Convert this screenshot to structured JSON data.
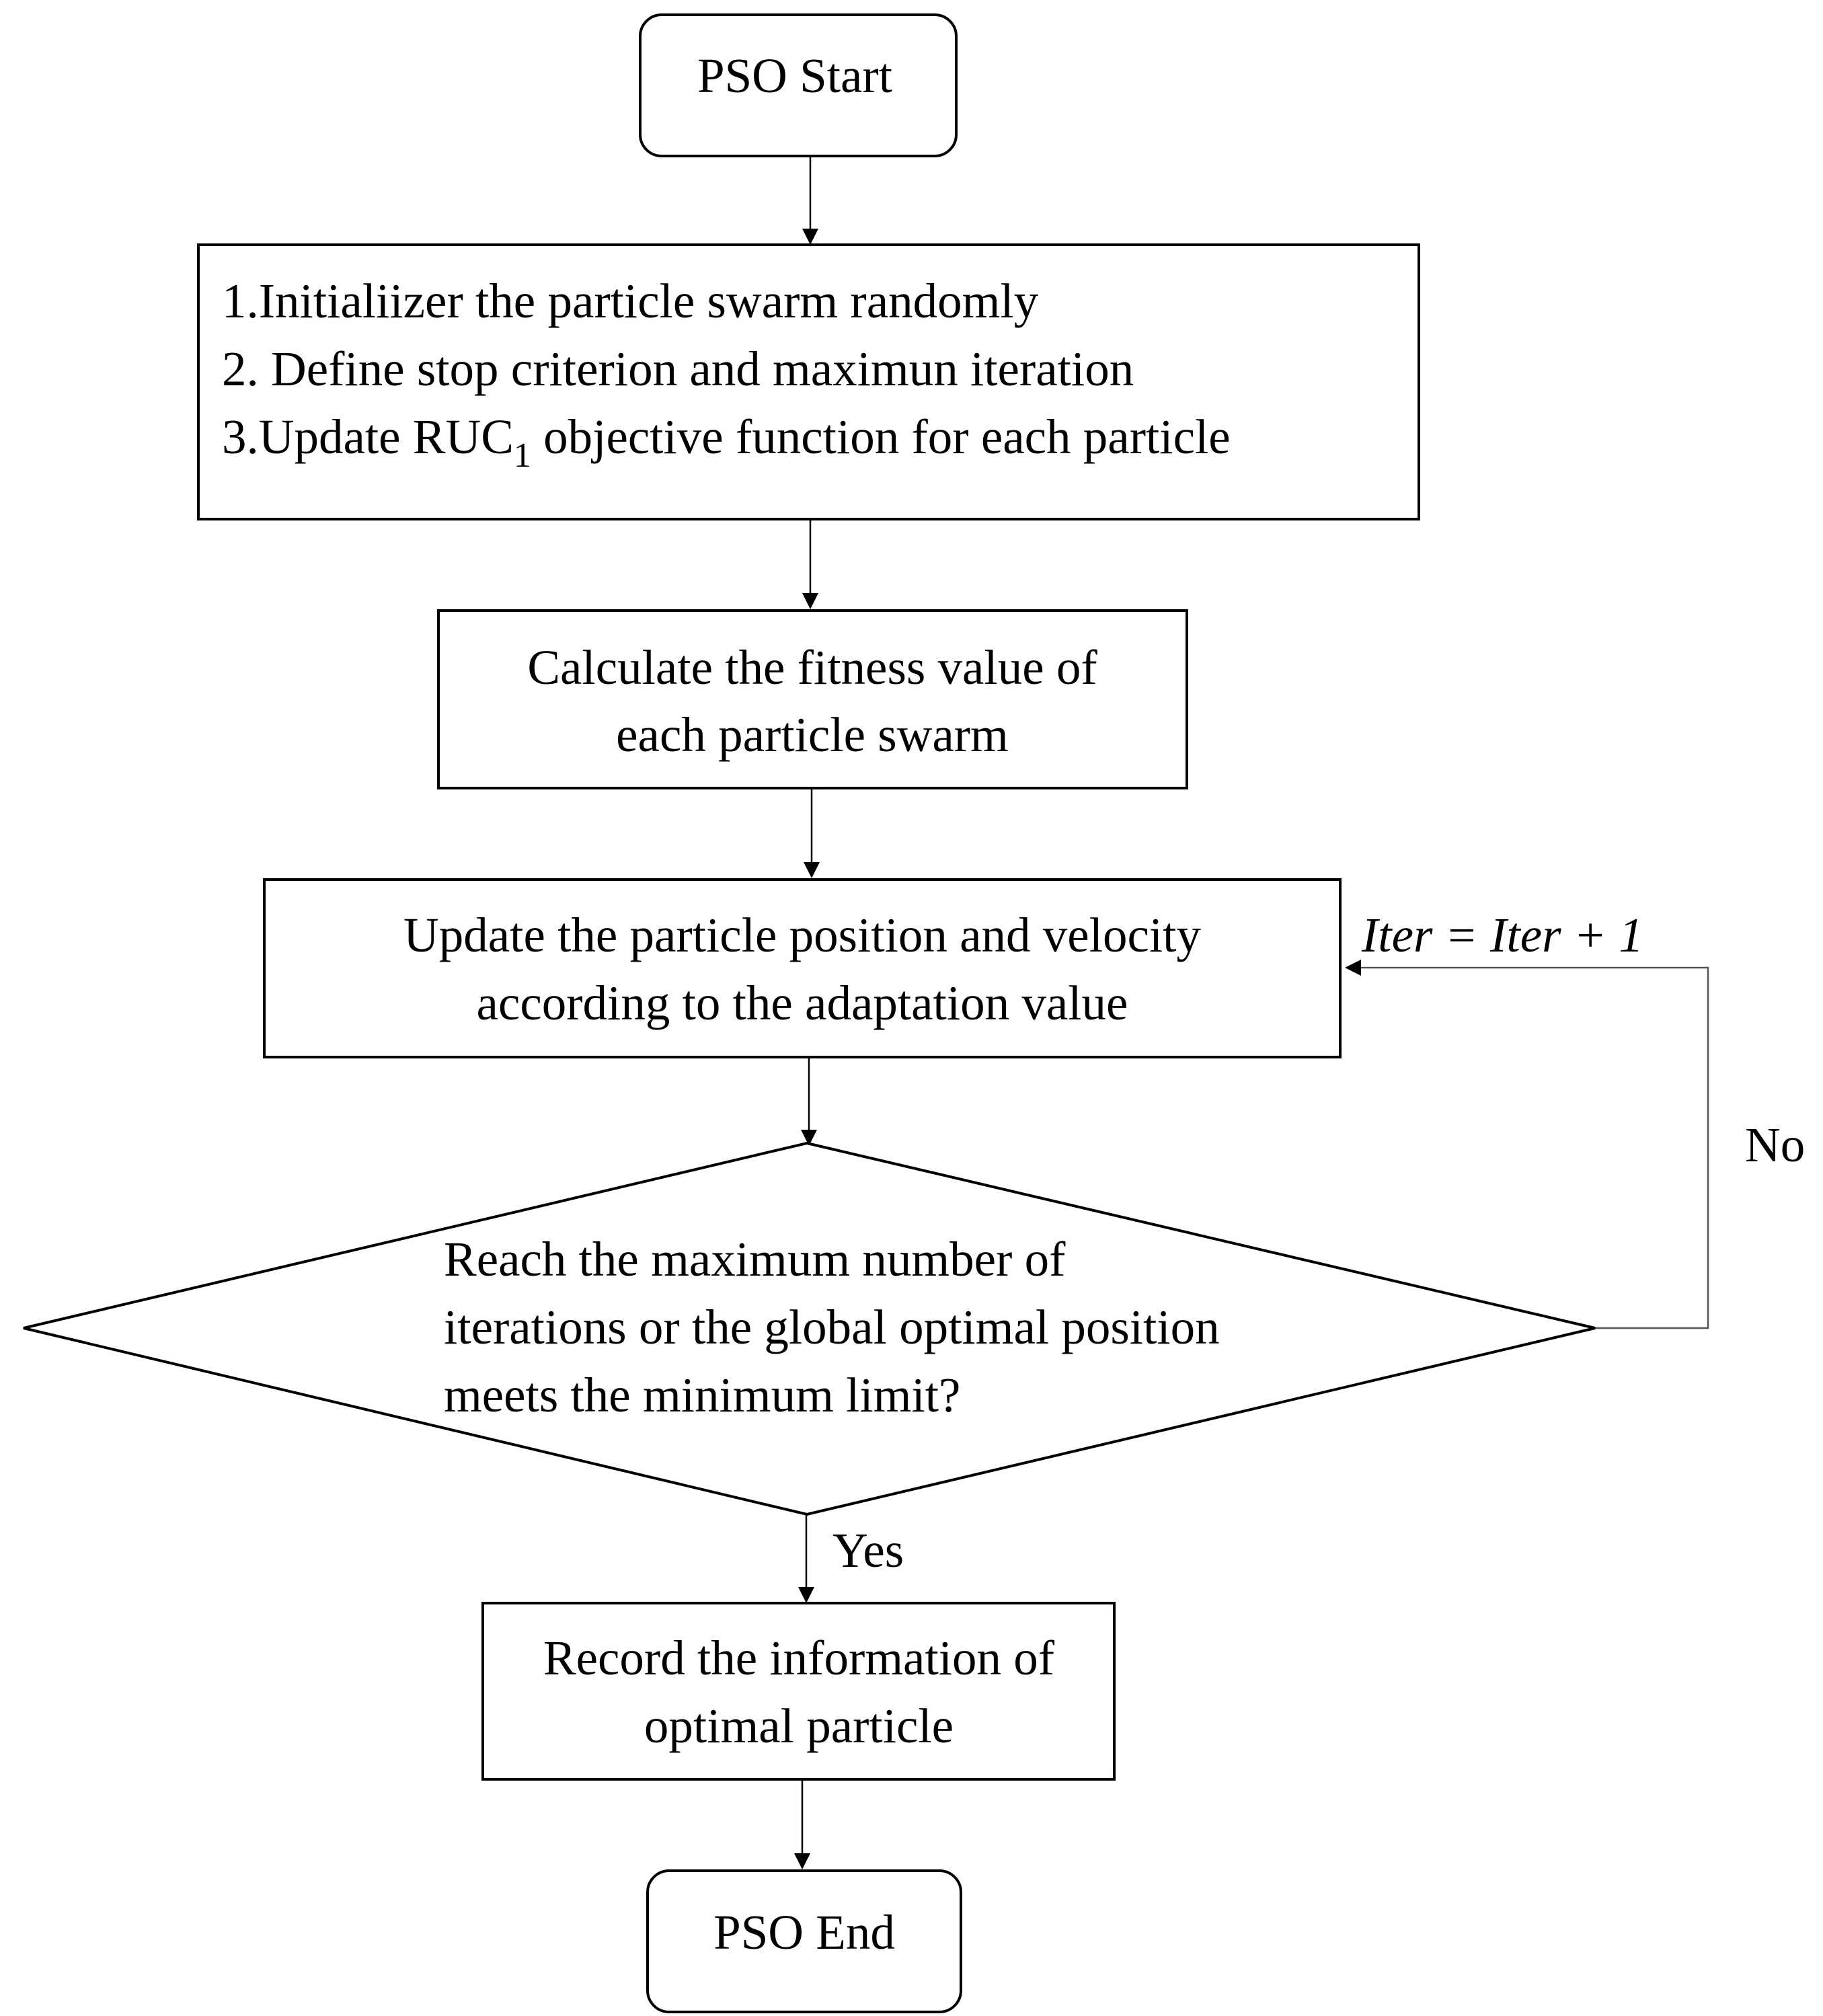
{
  "nodes": {
    "start": {
      "label": "PSO Start"
    },
    "init": {
      "line1": "1.Initialiizer the particle swarm randomly",
      "line2": "2. Define stop criterion and maximun iteration",
      "line3_pre": "3.Update RUC",
      "line3_sub": "1",
      "line3_post": " objective function for each particle"
    },
    "fitness": {
      "line1": "Calculate the fitness value of",
      "line2": "each particle swarm"
    },
    "update": {
      "line1": "Update the particle position and velocity",
      "line2": "according to the adaptation value"
    },
    "decision": {
      "line1": "Reach the maximum number of",
      "line2": "iterations or the global optimal position",
      "line3": "meets the minimum limit?"
    },
    "record": {
      "line1": "Record the information of",
      "line2": "optimal particle"
    },
    "end": {
      "label": "PSO End"
    }
  },
  "edges": {
    "loop_label": "Iter = Iter + 1",
    "no_label": "No",
    "yes_label": "Yes"
  }
}
